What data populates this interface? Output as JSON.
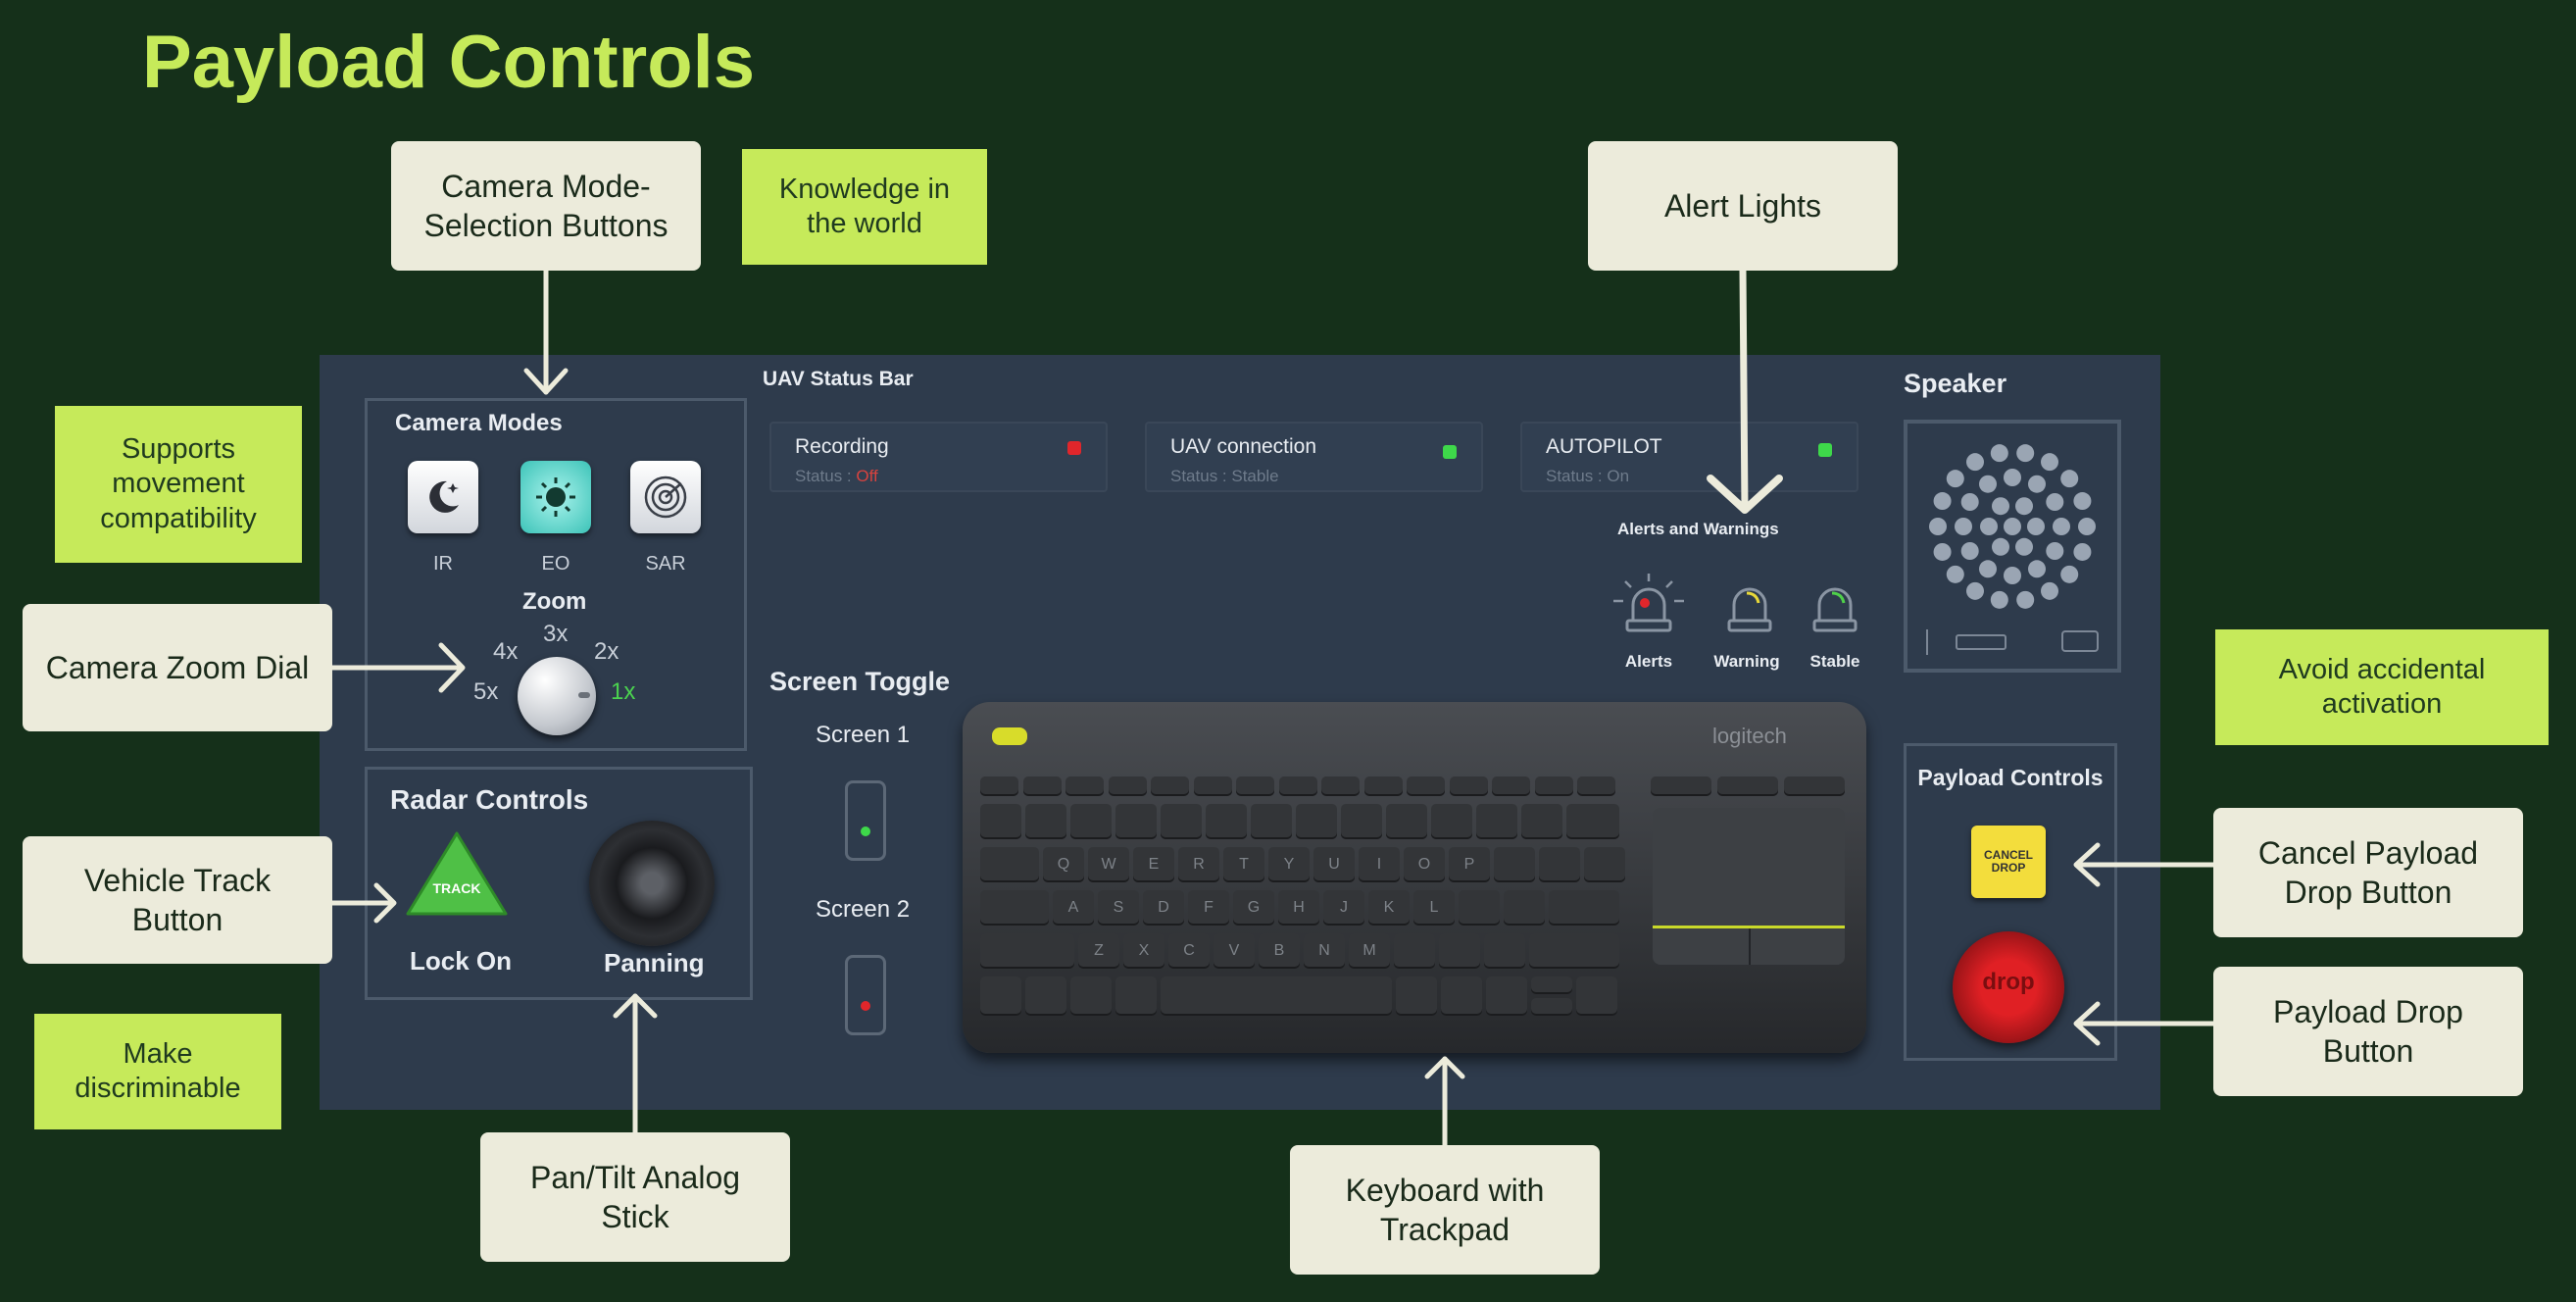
{
  "page_title": "Payload Controls",
  "callouts": {
    "camera_mode_buttons": "Camera Mode-\nSelection Buttons",
    "alert_lights": "Alert Lights",
    "camera_zoom_dial": "Camera Zoom Dial",
    "vehicle_track_button": "Vehicle Track\nButton",
    "pan_tilt_stick": "Pan/Tilt Analog\nStick",
    "keyboard_trackpad": "Keyboard with\nTrackpad",
    "cancel_payload_drop": "Cancel Payload\nDrop Button",
    "payload_drop": "Payload Drop\nButton"
  },
  "notes": {
    "knowledge": "Knowledge in\nthe world",
    "movement": "Supports\nmovement\ncompatibility",
    "accidental": "Avoid accidental\nactivation",
    "discriminable": "Make\ndiscriminable"
  },
  "camera": {
    "title": "Camera Modes",
    "modes": [
      "IR",
      "EO",
      "SAR"
    ],
    "zoom_title": "Zoom",
    "zoom_levels": [
      "5x",
      "4x",
      "3x",
      "2x",
      "1x"
    ],
    "zoom_selected": "1x"
  },
  "radar": {
    "title": "Radar Controls",
    "track_label": "TRACK",
    "lock_on": "Lock On",
    "panning": "Panning"
  },
  "status_bar": {
    "title": "UAV Status Bar",
    "items": [
      {
        "name": "Recording",
        "status_prefix": "Status : ",
        "status": "Off",
        "color": "#e0262b"
      },
      {
        "name": "UAV connection",
        "status_prefix": "Status : ",
        "status": "Stable",
        "color": "#3ed84a"
      },
      {
        "name": "AUTOPILOT",
        "status_prefix": "Status : ",
        "status": "On",
        "color": "#3ed84a"
      }
    ]
  },
  "alerts": {
    "title": "Alerts and Warnings",
    "lights": [
      "Alerts",
      "Warning",
      "Stable"
    ]
  },
  "screen_toggle": {
    "title": "Screen Toggle",
    "screens": [
      "Screen 1",
      "Screen 2"
    ]
  },
  "keyboard": {
    "brand": "logitech",
    "row_letters": [
      "Q",
      "W",
      "E",
      "R",
      "T",
      "Y",
      "U",
      "I",
      "O",
      "P"
    ],
    "home_letters": [
      "A",
      "S",
      "D",
      "F",
      "G",
      "H",
      "J",
      "K",
      "L"
    ],
    "bottom_letters": [
      "Z",
      "X",
      "C",
      "V",
      "B",
      "N",
      "M"
    ]
  },
  "speaker": {
    "title": "Speaker"
  },
  "payload": {
    "title": "Payload Controls",
    "cancel_label": "CANCEL\nDROP",
    "drop_label": "drop"
  },
  "colors": {
    "background": "#15301a",
    "accent": "#c6ea5a",
    "panel": "#2e3b4c",
    "callout": "#ecebdb"
  }
}
